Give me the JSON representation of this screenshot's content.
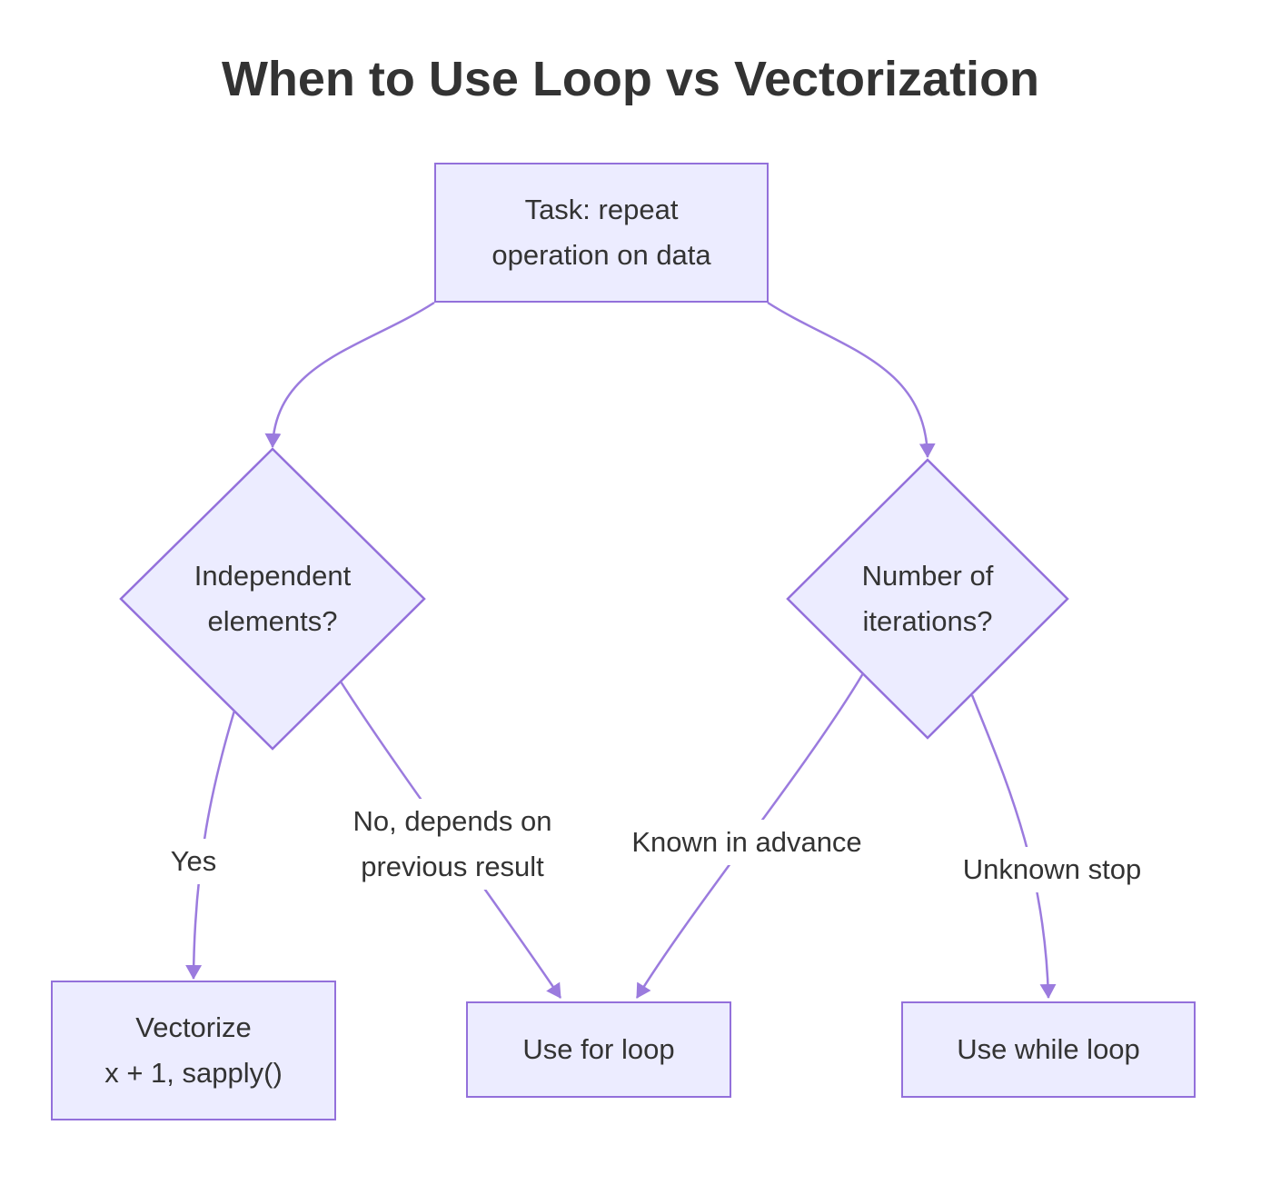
{
  "title": "When to Use Loop vs Vectorization",
  "colors": {
    "background": "#FFFFFF",
    "node_fill": "#ECECFF",
    "node_border": "#9370DB",
    "edge_line": "#9B7BDE",
    "node_text": "#333333",
    "title_text": "#333333"
  },
  "nodes": {
    "task": {
      "line1": "Task: repeat",
      "line2": "operation on data"
    },
    "independent": {
      "line1": "Independent",
      "line2": "elements?"
    },
    "iterations": {
      "line1": "Number of",
      "line2": "iterations?"
    },
    "vectorize": {
      "line1": "Vectorize",
      "line2": "x + 1, sapply()"
    },
    "for_loop": {
      "label": "Use for loop"
    },
    "while_loop": {
      "label": "Use while loop"
    }
  },
  "edge_labels": {
    "yes": "Yes",
    "no_line1": "No, depends on",
    "no_line2": "previous result",
    "known": "Known in advance",
    "unknown": "Unknown stop"
  }
}
